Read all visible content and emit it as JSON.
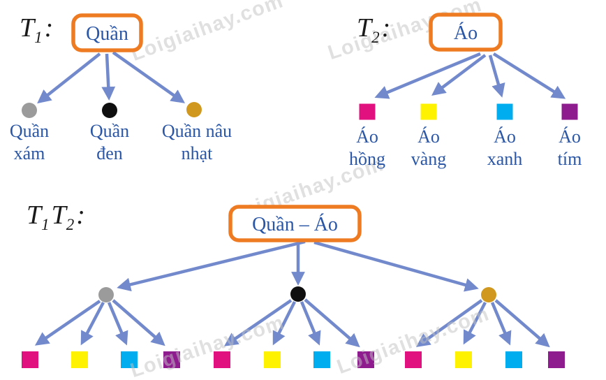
{
  "watermark": {
    "text": "Loigiaihay.com",
    "color": "#c3c3c3"
  },
  "colors": {
    "box_border": "#EE7B22",
    "arrow": "#7289CC",
    "label_text": "#2A56A5",
    "title_text": "#1a1a1a"
  },
  "trees": [
    {
      "id": "t1",
      "title_parts": [
        {
          "t": "T"
        },
        {
          "t": "1",
          "sub": true
        },
        {
          "t": ":"
        }
      ],
      "root_label": "Quần",
      "children": [
        {
          "shape": "circle",
          "color_name": "gray",
          "color": "#9B9B9B",
          "label_lines": [
            "Quần",
            "xám"
          ]
        },
        {
          "shape": "circle",
          "color_name": "black",
          "color": "#0f0f0f",
          "label_lines": [
            "Quần",
            "đen"
          ]
        },
        {
          "shape": "circle",
          "color_name": "light-brown",
          "color": "#D0981F",
          "label_lines": [
            "Quần nâu",
            "nhạt"
          ]
        }
      ]
    },
    {
      "id": "t2",
      "title_parts": [
        {
          "t": "T"
        },
        {
          "t": "2",
          "sub": true
        },
        {
          "t": ":"
        }
      ],
      "root_label": "Áo",
      "children": [
        {
          "shape": "square",
          "color_name": "pink",
          "color": "#E1127F",
          "label_lines": [
            "Áo",
            "hồng"
          ]
        },
        {
          "shape": "square",
          "color_name": "yellow",
          "color": "#FFF200",
          "label_lines": [
            "Áo",
            "vàng"
          ]
        },
        {
          "shape": "square",
          "color_name": "cyan",
          "color": "#00AEEF",
          "label_lines": [
            "Áo",
            "xanh"
          ]
        },
        {
          "shape": "square",
          "color_name": "purple",
          "color": "#8E1C8E",
          "label_lines": [
            "Áo",
            "tím"
          ]
        }
      ]
    },
    {
      "id": "t1t2",
      "title_parts": [
        {
          "t": "T"
        },
        {
          "t": "1",
          "sub": true
        },
        {
          "t": "T"
        },
        {
          "t": "2",
          "sub": true
        },
        {
          "t": ":"
        }
      ],
      "root_label": "Quần – Áo",
      "children": [
        {
          "shape": "circle",
          "color_name": "gray",
          "color": "#9B9B9B",
          "leaves": [
            {
              "color_name": "pink",
              "color": "#E1127F"
            },
            {
              "color_name": "yellow",
              "color": "#FFF200"
            },
            {
              "color_name": "cyan",
              "color": "#00AEEF"
            },
            {
              "color_name": "purple",
              "color": "#8E1C8E"
            }
          ]
        },
        {
          "shape": "circle",
          "color_name": "black",
          "color": "#0f0f0f",
          "leaves": [
            {
              "color_name": "pink",
              "color": "#E1127F"
            },
            {
              "color_name": "yellow",
              "color": "#FFF200"
            },
            {
              "color_name": "cyan",
              "color": "#00AEEF"
            },
            {
              "color_name": "purple",
              "color": "#8E1C8E"
            }
          ]
        },
        {
          "shape": "circle",
          "color_name": "light-brown",
          "color": "#D0981F",
          "leaves": [
            {
              "color_name": "pink",
              "color": "#E1127F"
            },
            {
              "color_name": "yellow",
              "color": "#FFF200"
            },
            {
              "color_name": "cyan",
              "color": "#00AEEF"
            },
            {
              "color_name": "purple",
              "color": "#8E1C8E"
            }
          ]
        }
      ]
    }
  ]
}
